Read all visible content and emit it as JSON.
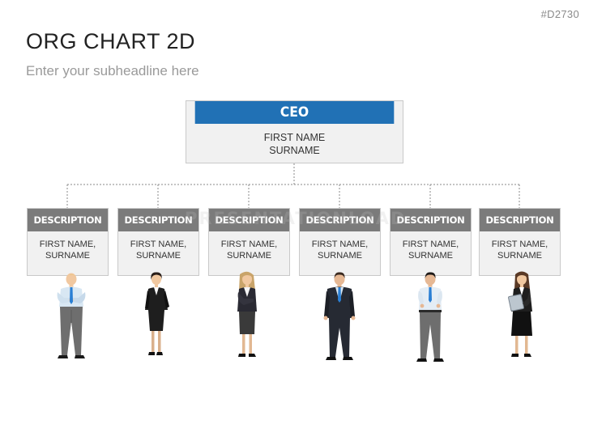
{
  "slide": {
    "code": "#D2730",
    "title": "ORG CHART 2D",
    "subtitle": "Enter your subheadline here",
    "watermark": "PRESENTATIONLOAD"
  },
  "ceo": {
    "title": "CEO",
    "name_line1": "FIRST NAME",
    "name_line2": "SURNAME"
  },
  "members": [
    {
      "title": "DESCRIPTION",
      "name_line1": "FIRST NAME,",
      "name_line2": "SURNAME"
    },
    {
      "title": "DESCRIPTION",
      "name_line1": "FIRST NAME,",
      "name_line2": "SURNAME"
    },
    {
      "title": "DESCRIPTION",
      "name_line1": "FIRST NAME,",
      "name_line2": "SURNAME"
    },
    {
      "title": "DESCRIPTION",
      "name_line1": "FIRST NAME,",
      "name_line2": "SURNAME"
    },
    {
      "title": "DESCRIPTION",
      "name_line1": "FIRST NAME,",
      "name_line2": "SURNAME"
    },
    {
      "title": "DESCRIPTION",
      "name_line1": "FIRST NAME,",
      "name_line2": "SURNAME"
    }
  ],
  "colors": {
    "ceo_header": "#2171b5",
    "member_header": "#7b7b7b",
    "box_fill": "#f1f1f1",
    "tie": "#2a7fd4"
  },
  "icons": [
    "man-blue-tie-icon",
    "woman-suit-icon",
    "woman-blazer-icon",
    "man-dark-suit-icon",
    "man-shirt-tie-icon",
    "woman-tablet-icon"
  ]
}
